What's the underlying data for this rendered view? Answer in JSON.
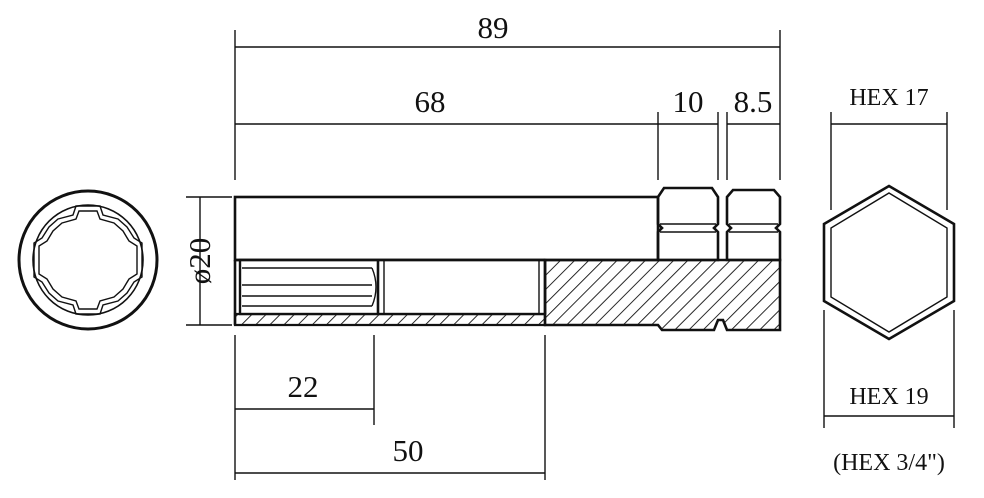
{
  "dimensions": {
    "overall_length": "89",
    "body_length": "68",
    "hex_section_1": "10",
    "hex_section_2": "8.5",
    "diameter": "ø20",
    "depth_short": "22",
    "depth_long": "50"
  },
  "hex_view": {
    "top_label": "HEX 17",
    "bottom_label": "HEX 19",
    "bottom_label_alt": "(HEX 3/4\")"
  }
}
